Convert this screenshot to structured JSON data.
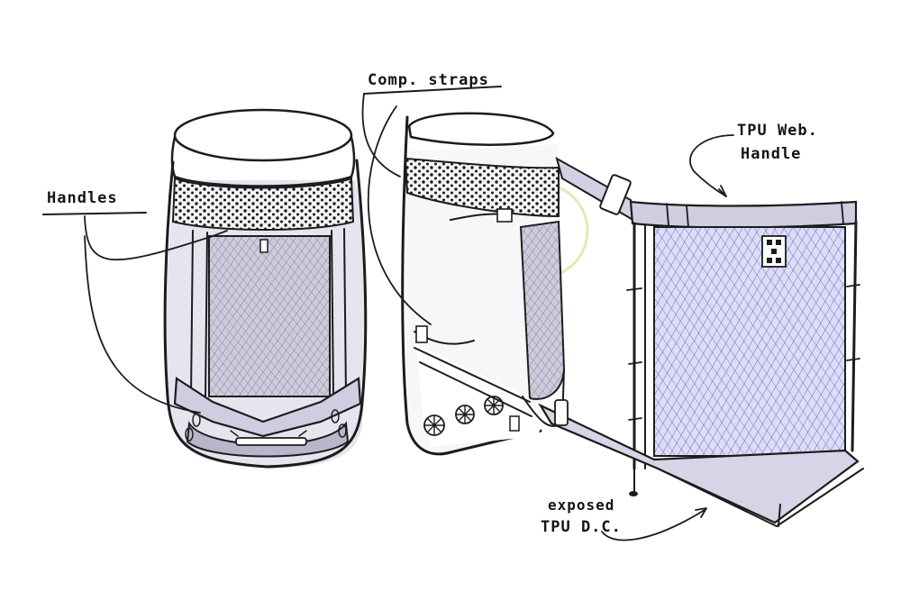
{
  "annotations": {
    "handles": "Handles",
    "comp_straps": "Comp. straps",
    "tpu_web_line1": "TPU Web.",
    "tpu_web_line2": "Handle",
    "exposed_line1": "exposed",
    "exposed_line2": "TPU D.C."
  },
  "colors": {
    "ink": "#1c1c1c",
    "panel_grey": "#b9b6cc",
    "panel_blue": "#c7c6ee",
    "hatch_blue": "#3a3aa8",
    "shadow": "#d9d7e4",
    "hoop_yellow": "#e8e7b4"
  }
}
